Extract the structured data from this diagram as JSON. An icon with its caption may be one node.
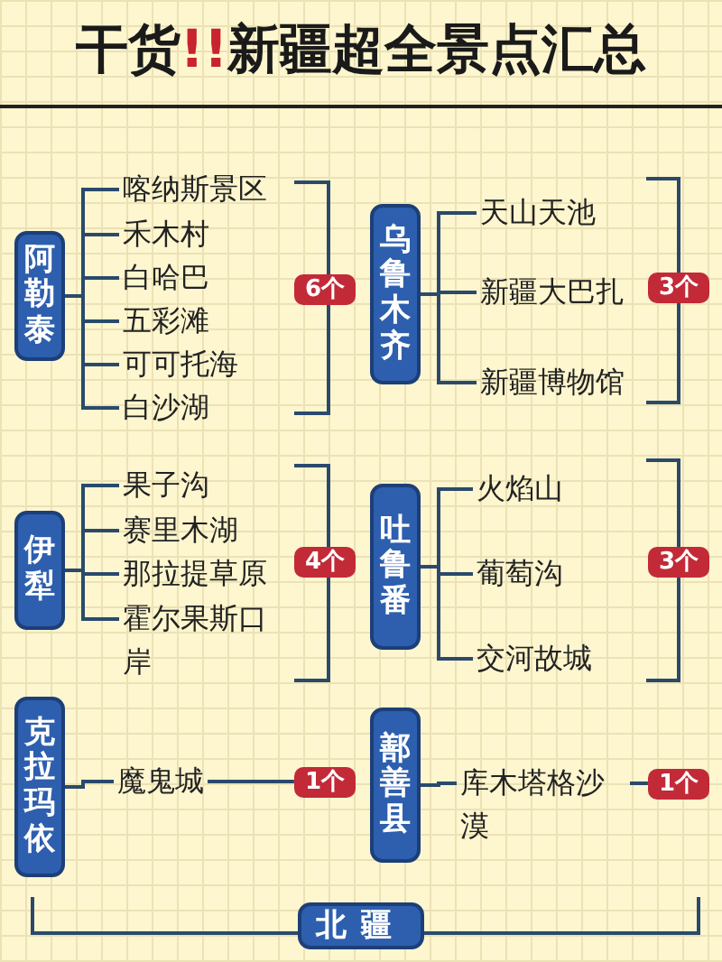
{
  "diagram": {
    "title": "干货!!新疆超全景点汇总",
    "nodes": [
      {
        "text": [
          "阿勒泰"
        ]
      },
      {
        "text": [
          "喀纳斯景区"
        ]
      },
      {
        "text": [
          "禾木村"
        ]
      },
      {
        "text": [
          "白哈巴"
        ]
      },
      {
        "text": [
          "五彩滩"
        ]
      },
      {
        "text": [
          "可可托海"
        ]
      },
      {
        "text": [
          "白沙湖"
        ]
      },
      {
        "text": [
          "6个"
        ]
      },
      {
        "text": [
          "乌鲁木齐"
        ]
      },
      {
        "text": [
          "天山天池"
        ]
      },
      {
        "text": [
          "新疆大巴扎"
        ]
      },
      {
        "text": [
          "新疆博物馆"
        ]
      },
      {
        "text": [
          "3个"
        ]
      },
      {
        "text": [
          "伊犁"
        ]
      },
      {
        "text": [
          "果子沟"
        ]
      },
      {
        "text": [
          "赛里木湖"
        ]
      },
      {
        "text": [
          "那拉提草原"
        ]
      },
      {
        "text": [
          "霍尔果斯口岸"
        ]
      },
      {
        "text": [
          "4个"
        ]
      },
      {
        "text": [
          "吐鲁番"
        ]
      },
      {
        "text": [
          "火焰山"
        ]
      },
      {
        "text": [
          "葡萄沟"
        ]
      },
      {
        "text": [
          "交河故城"
        ]
      },
      {
        "text": [
          "3个"
        ]
      },
      {
        "text": [
          "克拉玛依"
        ]
      },
      {
        "text": [
          "魔鬼城"
        ]
      },
      {
        "text": [
          "1个"
        ]
      },
      {
        "text": [
          "鄯善县"
        ]
      },
      {
        "text": [
          "库木塔格沙漠"
        ]
      },
      {
        "text": [
          "1个"
        ]
      },
      {
        "text": [
          "北疆"
        ]
      }
    ],
    "edges": [
      {
        "from": 0,
        "to": 1,
        "arrow": "none"
      },
      {
        "from": 0,
        "to": 2,
        "arrow": "none"
      },
      {
        "from": 0,
        "to": 3,
        "arrow": "none"
      },
      {
        "from": 0,
        "to": 4,
        "arrow": "none"
      },
      {
        "from": 0,
        "to": 5,
        "arrow": "none"
      },
      {
        "from": 0,
        "to": 6,
        "arrow": "none"
      },
      {
        "from": 8,
        "to": 9,
        "arrow": "none"
      },
      {
        "from": 8,
        "to": 10,
        "arrow": "none"
      },
      {
        "from": 8,
        "to": 11,
        "arrow": "none"
      },
      {
        "from": 13,
        "to": 14,
        "arrow": "none"
      },
      {
        "from": 13,
        "to": 15,
        "arrow": "none"
      },
      {
        "from": 13,
        "to": 16,
        "arrow": "none"
      },
      {
        "from": 13,
        "to": 17,
        "arrow": "none"
      },
      {
        "from": 19,
        "to": 20,
        "arrow": "none"
      },
      {
        "from": 19,
        "to": 21,
        "arrow": "none"
      },
      {
        "from": 19,
        "to": 22,
        "arrow": "none"
      },
      {
        "from": 24,
        "to": 25,
        "arrow": "none"
      },
      {
        "from": 25,
        "to": 26,
        "arrow": "none"
      },
      {
        "from": 27,
        "to": 28,
        "arrow": "none"
      },
      {
        "from": 28,
        "to": 29,
        "arrow": "none"
      }
    ]
  }
}
